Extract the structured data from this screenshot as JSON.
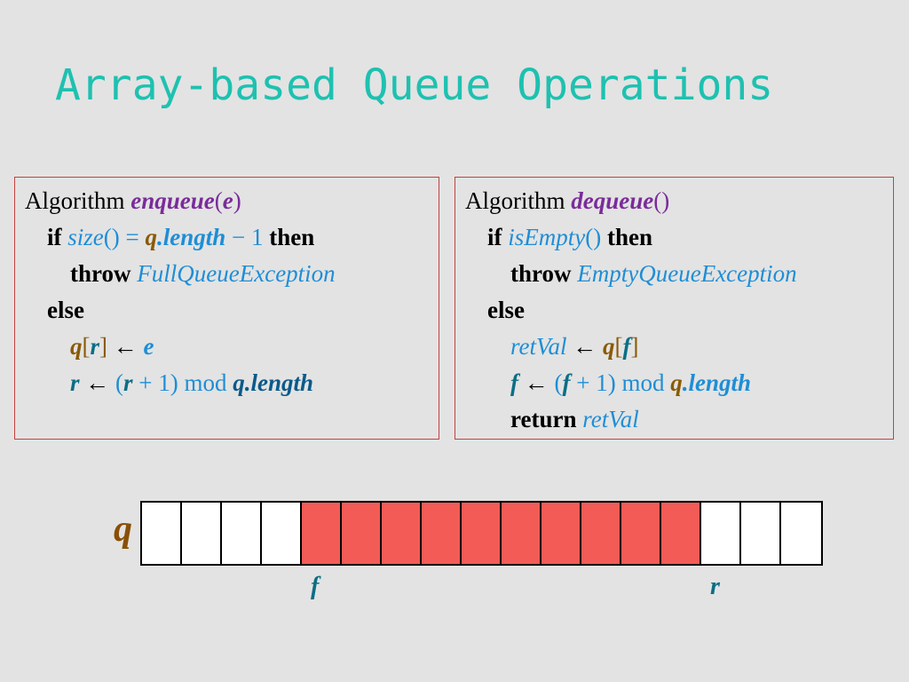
{
  "title": "Array-based Queue Operations",
  "enqueue": {
    "algorithm_kw": "Algorithm",
    "name": "enqueue",
    "params_open": "(",
    "param": "e",
    "params_close": ")",
    "if_kw": "if",
    "cond_func": "size",
    "cond_call": "()",
    "cond_eq": " = ",
    "cond_q": "q",
    "cond_length": ".length",
    "cond_minus": " − 1",
    "then_kw": "then",
    "throw_kw": "throw",
    "exception": "FullQueueException",
    "else_kw": "else",
    "assign_q": "q",
    "assign_open": "[",
    "assign_r": "r",
    "assign_close": "]",
    "arrow": "←",
    "assign_e": "e",
    "update_r": "r",
    "update_open": "(",
    "update_r2": "r",
    "update_plus": " + 1)",
    "update_mod": "mod",
    "update_qlen": "q.length"
  },
  "dequeue": {
    "algorithm_kw": "Algorithm",
    "name": "dequeue",
    "params": "()",
    "if_kw": "if",
    "cond_func": "isEmpty",
    "cond_call": "()",
    "then_kw": "then",
    "throw_kw": "throw",
    "exception": "EmptyQueueException",
    "else_kw": "else",
    "retval": "retVal",
    "arrow": "←",
    "read_q": "q",
    "read_open": "[",
    "read_f": "f",
    "read_close": "]",
    "update_f": "f",
    "update_open": "(",
    "update_f2": "f",
    "update_plus": " + 1)",
    "update_mod": "mod",
    "update_q": "q",
    "update_length": ".length",
    "return_kw": "return",
    "return_val": "retVal"
  },
  "queue": {
    "label": "q",
    "cells": [
      0,
      0,
      0,
      0,
      1,
      1,
      1,
      1,
      1,
      1,
      1,
      1,
      1,
      1,
      0,
      0,
      0
    ],
    "front_label": "f",
    "rear_label": "r"
  },
  "colors": {
    "title": "#1ec1b0",
    "box_border": "#c2423f",
    "filled_cell": "#f35b56",
    "keyword_purple": "#7a2c9a",
    "variable_blue": "#1e8ed6"
  }
}
